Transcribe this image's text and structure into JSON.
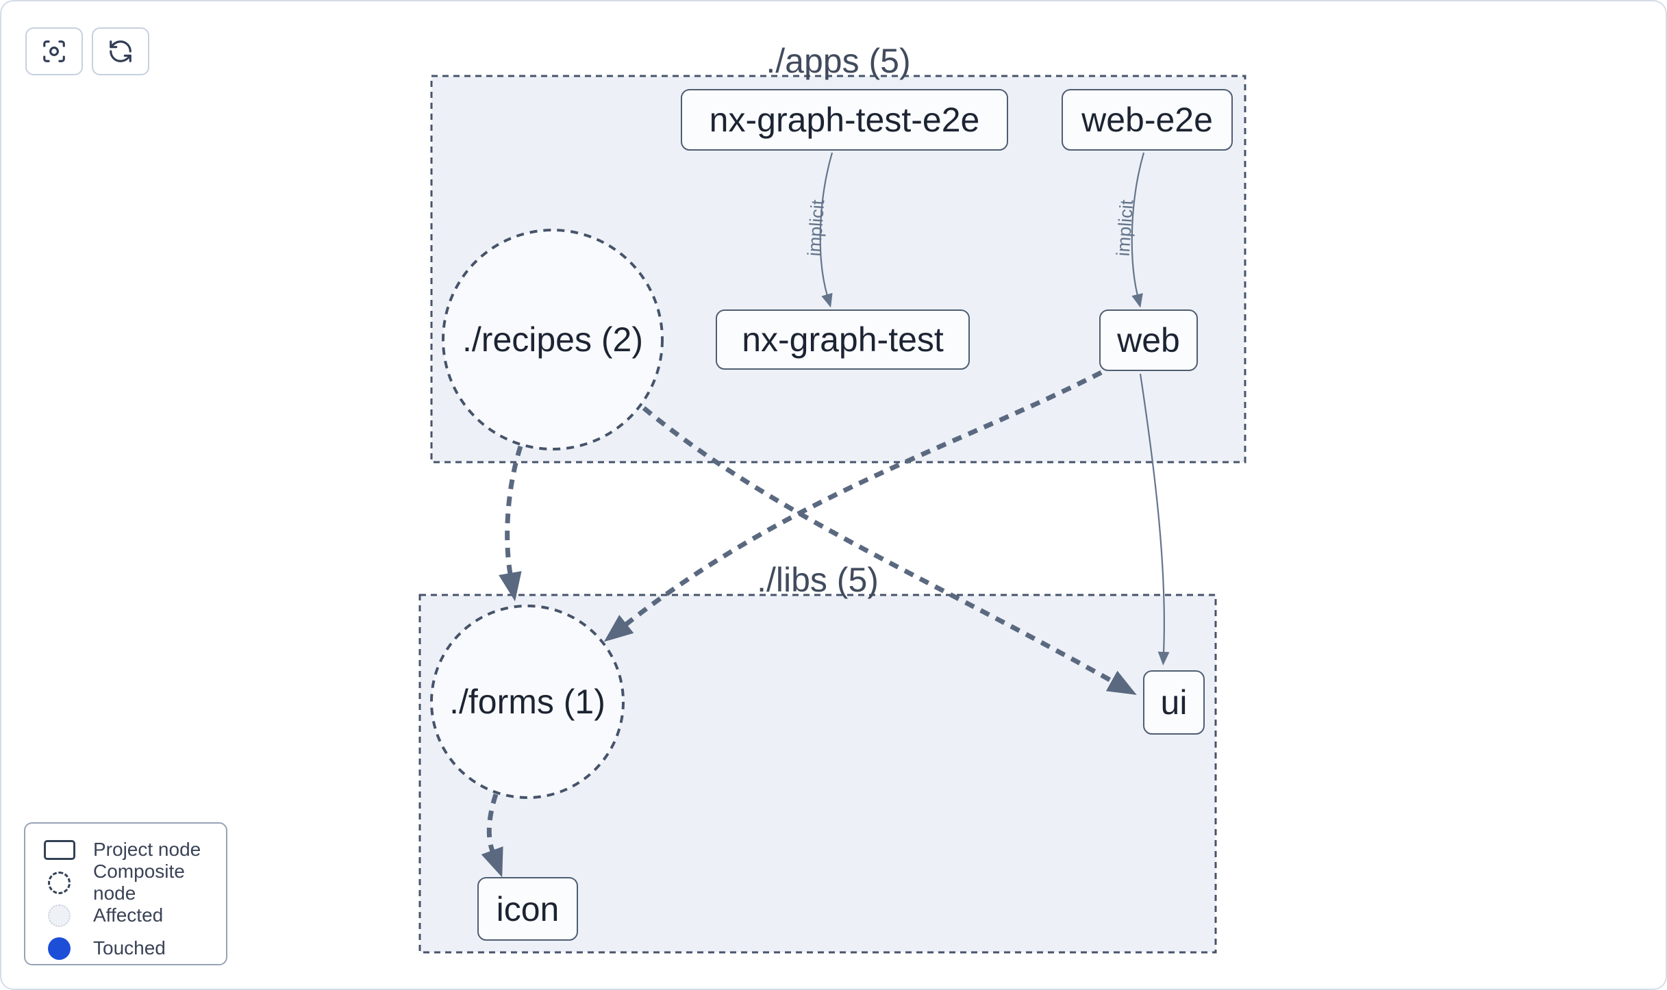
{
  "toolbar": {
    "focus_button_icon": "focus-icon",
    "refresh_button_icon": "refresh-icon"
  },
  "groups": {
    "apps": {
      "title": "./apps (5)"
    },
    "libs": {
      "title": "./libs (5)"
    }
  },
  "nodes": [
    {
      "id": "nx-graph-test-e2e",
      "label": "nx-graph-test-e2e"
    },
    {
      "id": "web-e2e",
      "label": "web-e2e"
    },
    {
      "id": "nx-graph-test",
      "label": "nx-graph-test"
    },
    {
      "id": "web",
      "label": "web"
    },
    {
      "id": "ui",
      "label": "ui"
    },
    {
      "id": "icon",
      "label": "icon"
    }
  ],
  "composites": [
    {
      "id": "recipes",
      "label": "./recipes (2)"
    },
    {
      "id": "forms",
      "label": "./forms (1)"
    }
  ],
  "edges": {
    "implicit_labels": [
      "implicit",
      "implicit"
    ]
  },
  "legend": {
    "items": [
      {
        "label": "Project node",
        "swatch": "project-node-swatch"
      },
      {
        "label": "Composite node",
        "swatch": "composite-node-swatch"
      },
      {
        "label": "Affected",
        "swatch": "affected-swatch"
      },
      {
        "label": "Touched",
        "swatch": "touched-swatch",
        "color": "#1d4ed8"
      }
    ]
  },
  "colors": {
    "group_fill": "#edf1f7",
    "group_border": "#46536a",
    "edge": "#5a6980",
    "thin_edge": "#64748b",
    "touched": "#1d4ed8"
  }
}
